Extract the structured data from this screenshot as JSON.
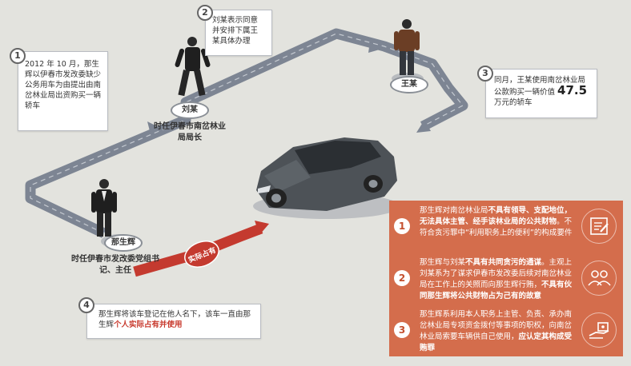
{
  "steps": [
    {
      "num": "1",
      "parts": [
        {
          "t": "2012 年 10 月，那生辉以伊春市发改委缺少公务用车为由提出由南岔林业局出资购买一辆轿车",
          "s": ""
        }
      ]
    },
    {
      "num": "2",
      "parts": [
        {
          "t": "刘某表示同意并安排下属王某具体办理",
          "s": ""
        }
      ]
    },
    {
      "num": "3",
      "parts": [
        {
          "t": "同月，王某使用南岔林业局公款购买一辆价值",
          "s": ""
        },
        {
          "t": "47.5",
          "s": "big"
        },
        {
          "t": "万元的轿车",
          "s": ""
        }
      ]
    },
    {
      "num": "4",
      "parts": [
        {
          "t": "那生辉将该车登记在他人名下，该车一直由那生辉",
          "s": ""
        },
        {
          "t": "个人实际占有并使用",
          "s": "red"
        }
      ]
    }
  ],
  "persons": [
    {
      "name": "那生辉",
      "caption": "时任伊春市发改委党组书记、主任"
    },
    {
      "name": "刘某",
      "caption": "时任伊春市南岔林业局局长"
    },
    {
      "name": "王某",
      "caption": ""
    }
  ],
  "stamp": "实际占有",
  "findings": [
    {
      "num": "1",
      "icon": "document-pen-icon",
      "parts": [
        {
          "t": "那生辉对南岔林业局",
          "b": false
        },
        {
          "t": "不具有领导、支配地位，无法具体主管、经手该林业局的公共财物",
          "b": true
        },
        {
          "t": "。不符合贪污罪中“利用职务上的便利”的构成要件",
          "b": false
        }
      ]
    },
    {
      "num": "2",
      "icon": "two-people-icon",
      "parts": [
        {
          "t": "那生辉与刘某",
          "b": false
        },
        {
          "t": "不具有共同贪污的通谋",
          "b": true
        },
        {
          "t": "。主观上刘某系为了谋求伊春市发改委后续对南岔林业局在工作上的关照而向那生辉行贿，",
          "b": false
        },
        {
          "t": "不具有伙同那生辉将公共财物占为己有的故意",
          "b": true
        }
      ]
    },
    {
      "num": "3",
      "icon": "hand-money-icon",
      "parts": [
        {
          "t": "那生辉系利用本人职务上主管、负责、承办南岔林业局专项资金拨付等事项的职权，向南岔林业局索要车辆供自己使用，",
          "b": false
        },
        {
          "t": "应认定其构成受贿罪",
          "b": true
        }
      ]
    }
  ],
  "colors": {
    "road": "#7d8593",
    "red_road": "#c43a2f",
    "panel": "#d46d4c",
    "background": "#e3e3de"
  }
}
